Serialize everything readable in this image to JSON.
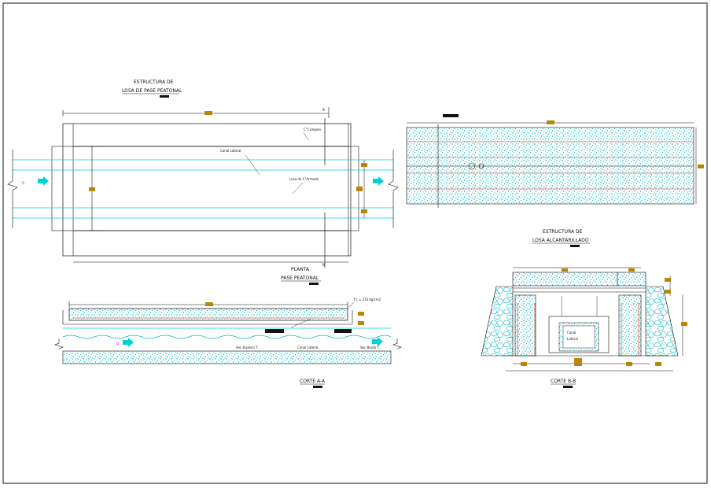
{
  "drawing": {
    "plan": {
      "title_line1": "ESTRUCTURA DE",
      "title_line2": "LOSA DE PASE PEATONAL",
      "view_line1": "PLANTA",
      "view_line2": "PASE PEATONAL",
      "note_concrete": "C°Ciclopeo",
      "note_channel": "Canal Lateral",
      "note_slab": "Losa de C°Armado",
      "section_mark": "B",
      "flow_symbol": "Q"
    },
    "section_aa": {
      "title": "CORTE A-A",
      "fc_note": "f'c = 210 kg/cm2",
      "water_left": "Sec Espesor T.",
      "water_right": "Sec Bordo T.",
      "channel": "Canal Lateral",
      "flow_symbol": "Q"
    },
    "culvert": {
      "title_line1": "ESTRUCTURA DE",
      "title_line2": "LOSA ALCANTARILLADO"
    },
    "section_bb": {
      "title": "CORTE B-B",
      "channel_line1": "Canal",
      "channel_line2": "Lateral"
    },
    "colors": {
      "water": "#00d0d8",
      "hatch": "#00b8c0",
      "dim_marker": "#b8860b",
      "rebar": "#e03020",
      "line": "#111111"
    }
  }
}
